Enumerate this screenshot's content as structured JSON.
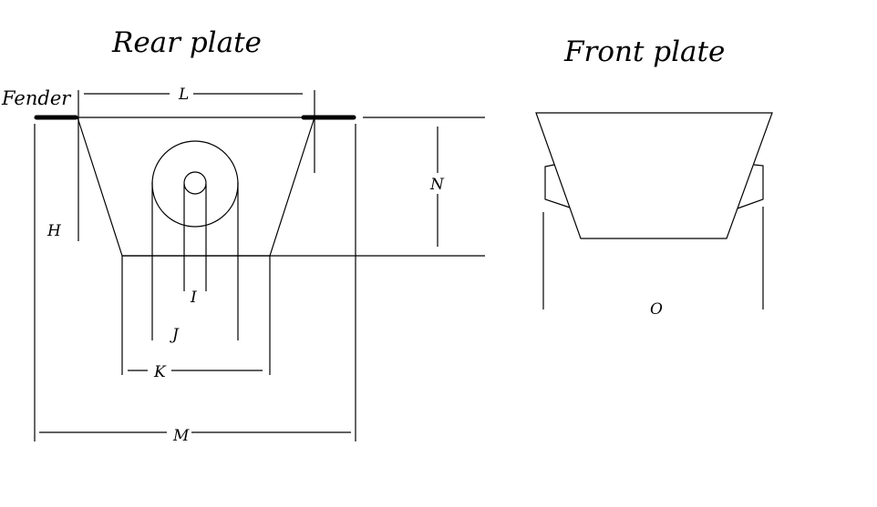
{
  "rear_plate": {
    "title": "Rear plate",
    "fender_label": "Fender",
    "dimension_labels": {
      "L": "L",
      "H": "H",
      "N": "N",
      "I": "I",
      "J": "J",
      "K": "K",
      "M": "M"
    }
  },
  "front_plate": {
    "title": "Front plate",
    "dimension_labels": {
      "O": "O"
    }
  }
}
